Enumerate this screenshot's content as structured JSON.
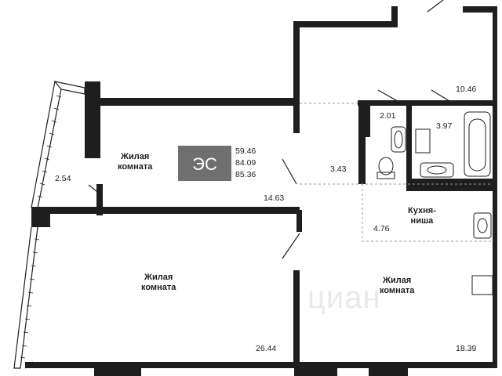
{
  "rooms": [
    {
      "id": "living-top",
      "name_line1": "Жилая",
      "name_line2": "комната",
      "area": "14.63"
    },
    {
      "id": "living-bottom-left",
      "name_line1": "Жилая",
      "name_line2": "комната",
      "area": "26.44"
    },
    {
      "id": "living-bottom-right",
      "name_line1": "Жилая",
      "name_line2": "комната",
      "area": "18.39"
    },
    {
      "id": "kitchen-niche",
      "name_line1": "Кухня-",
      "name_line2": "ниша",
      "area": "4.76"
    },
    {
      "id": "balcony",
      "area": "2.54"
    },
    {
      "id": "hall",
      "area": "3.43"
    },
    {
      "id": "toilet",
      "area": "2.01"
    },
    {
      "id": "bathroom",
      "area": "3.97"
    },
    {
      "id": "corridor",
      "area": "10.46"
    }
  ],
  "summary": {
    "values": [
      "59.46",
      "84.09",
      "85.36"
    ]
  },
  "logo": {
    "text": "ЭС"
  },
  "watermark": {
    "text": "циан"
  },
  "colors": {
    "wall": "#1e1e1e",
    "logo_bg": "#6f6f6f",
    "dashed": "#9a9a9a",
    "watermark": "#e9e9e9"
  }
}
